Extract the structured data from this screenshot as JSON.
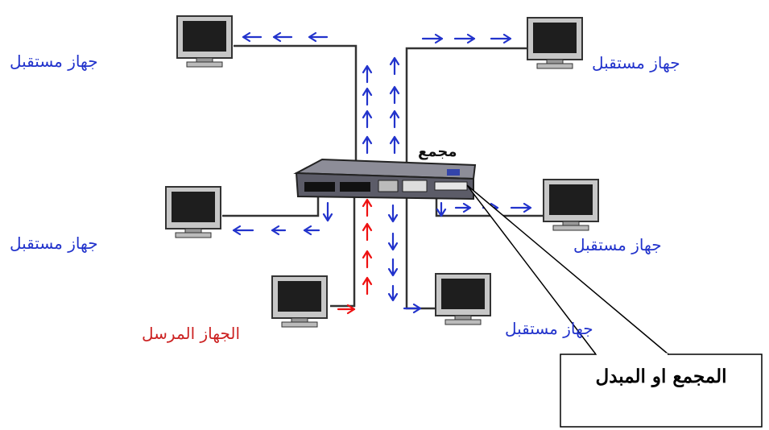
{
  "labels": {
    "receiver": "جهاز مستقبل",
    "sender": "الجهاز المرسل",
    "hub": "مجمع",
    "callout": "المجمع او المبدل"
  },
  "colors": {
    "receiver_path": "#2233cc",
    "sender_path": "#ee1111",
    "cable": "#333333",
    "hub_body": "#7a7a88"
  },
  "icons": [
    "monitor-icon",
    "hub-device-icon",
    "arrow-icon"
  ]
}
